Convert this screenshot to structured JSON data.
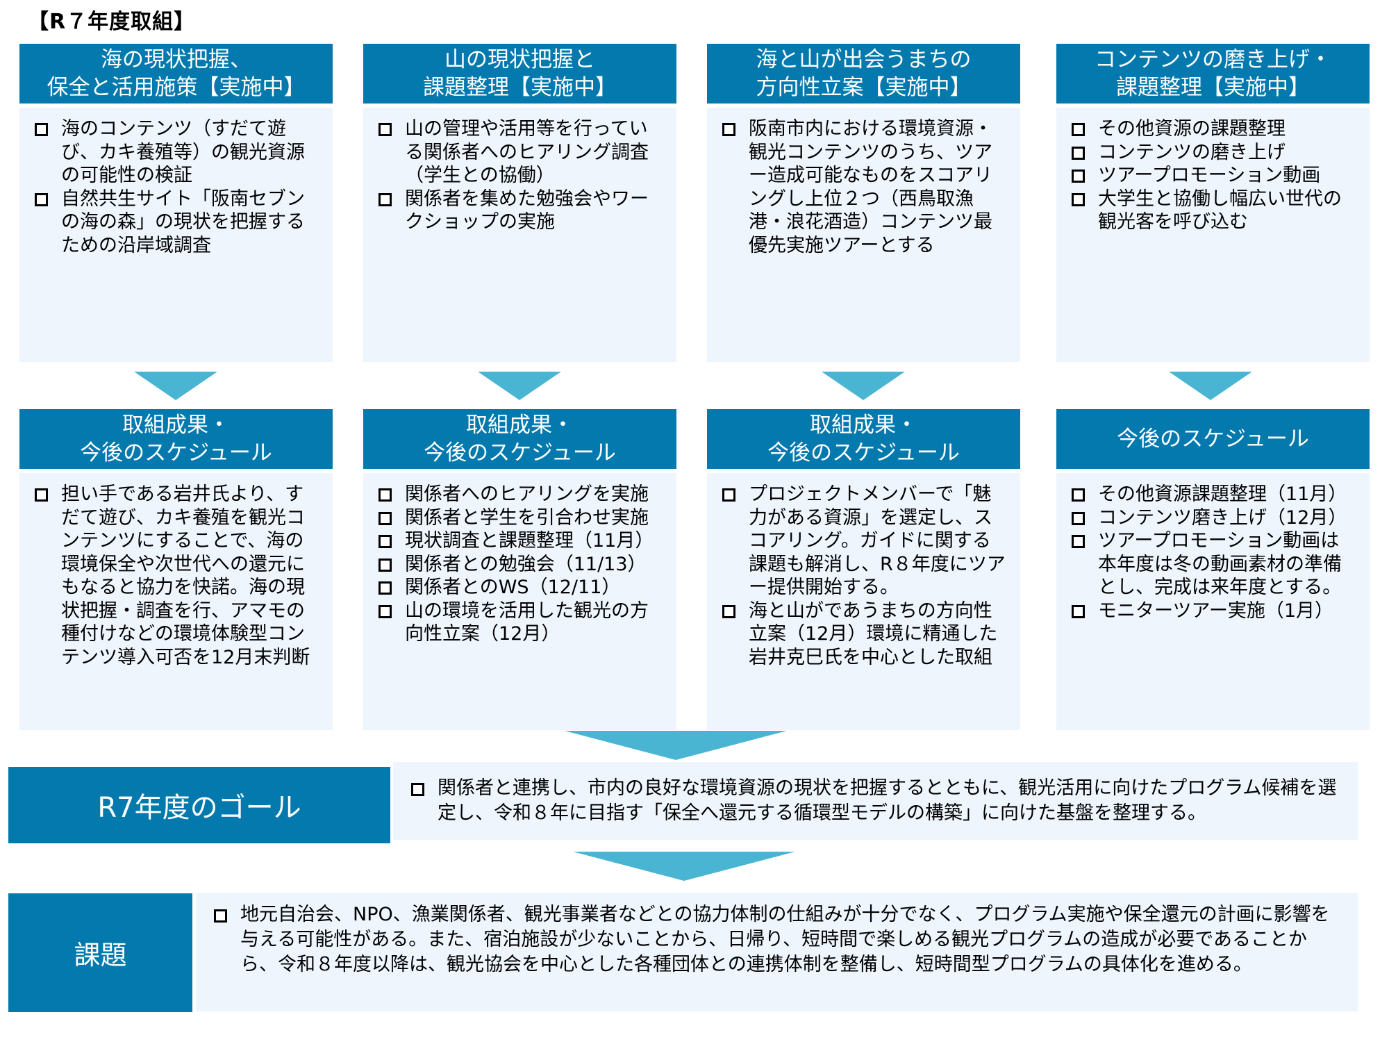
{
  "page_title": "【R７年度取組】",
  "columns": [
    {
      "top_header": "海の現状把握、\n保全と活用施策【実施中】",
      "top_items": [
        "海のコンテンツ（すだて遊び、カキ養殖等）の観光資源の可能性の検証",
        "自然共生サイト「阪南セブンの海の森」の現状を把握するための沿岸域調査"
      ],
      "bottom_header": "取組成果・\n今後のスケジュール",
      "bottom_items": [
        "担い手である岩井氏より、すだて遊び、カキ養殖を観光コンテンツにすることで、海の環境保全や次世代への還元にもなると協力を快諾。海の現状把握・調査を行、アマモの種付けなどの環境体験型コンテンツ導入可否を12月末判断"
      ]
    },
    {
      "top_header": "山の現状把握と\n課題整理【実施中】",
      "top_items": [
        "山の管理や活用等を行っている関係者へのヒアリング調査（学生との協働）",
        "関係者を集めた勉強会やワークショップの実施"
      ],
      "bottom_header": "取組成果・\n今後のスケジュール",
      "bottom_items": [
        "関係者へのヒアリングを実施",
        "関係者と学生を引合わせ実施",
        "現状調査と課題整理（11月）",
        "関係者との勉強会（11/13）",
        "関係者とのWS（12/11）",
        "山の環境を活用した観光の方向性立案（12月）"
      ]
    },
    {
      "top_header": "海と山が出会うまちの\n方向性立案【実施中】",
      "top_items": [
        "阪南市内における環境資源・観光コンテンツのうち、ツアー造成可能なものをスコアリングし上位２つ（西鳥取漁港・浪花酒造）コンテンツ最優先実施ツアーとする"
      ],
      "bottom_header": "取組成果・\n今後のスケジュール",
      "bottom_items": [
        "プロジェクトメンバーで「魅力がある資源」を選定し、スコアリング。ガイドに関する課題も解消し、R８年度にツアー提供開始する。",
        "海と山がであうまちの方向性立案（12月）環境に精通した岩井克巳氏を中心とした取組"
      ]
    },
    {
      "top_header": "コンテンツの磨き上げ・\n課題整理【実施中】",
      "top_items": [
        "その他資源の課題整理",
        "コンテンツの磨き上げ",
        "ツアープロモーション動画",
        "大学生と協働し幅広い世代の観光客を呼び込む"
      ],
      "bottom_header": "今後のスケジュール",
      "bottom_items": [
        "その他資源課題整理（11月）",
        "コンテンツ磨き上げ（12月）",
        "ツアープロモーション動画は本年度は冬の動画素材の準備とし、完成は来年度とする。",
        "モニターツアー実施（1月）"
      ]
    }
  ],
  "goal": {
    "label": "R7年度のゴール",
    "items": [
      "関係者と連携し、市内の良好な環境資源の現状を把握するとともに、観光活用に向けたプログラム候補を選定し、令和８年に目指す「保全へ還元する循環型モデルの構築」に向けた基盤を整理する。"
    ]
  },
  "issues": {
    "label": "課題",
    "items": [
      "地元自治会、NPO、漁業関係者、観光事業者などとの協力体制の仕組みが十分でなく、プログラム実施や保全還元の計画に影響を与える可能性がある。また、宿泊施設が少ないことから、日帰り、短時間で楽しめる観光プログラムの造成が必要であることから、令和８年度以降は、観光協会を中心とした各種団体との連携体制を整備し、短時間型プログラムの具体化を進める。"
    ]
  },
  "colors": {
    "header_blue": "#0479ad",
    "body_bg": "#eef5fd",
    "arrow": "#4ab4d3"
  }
}
